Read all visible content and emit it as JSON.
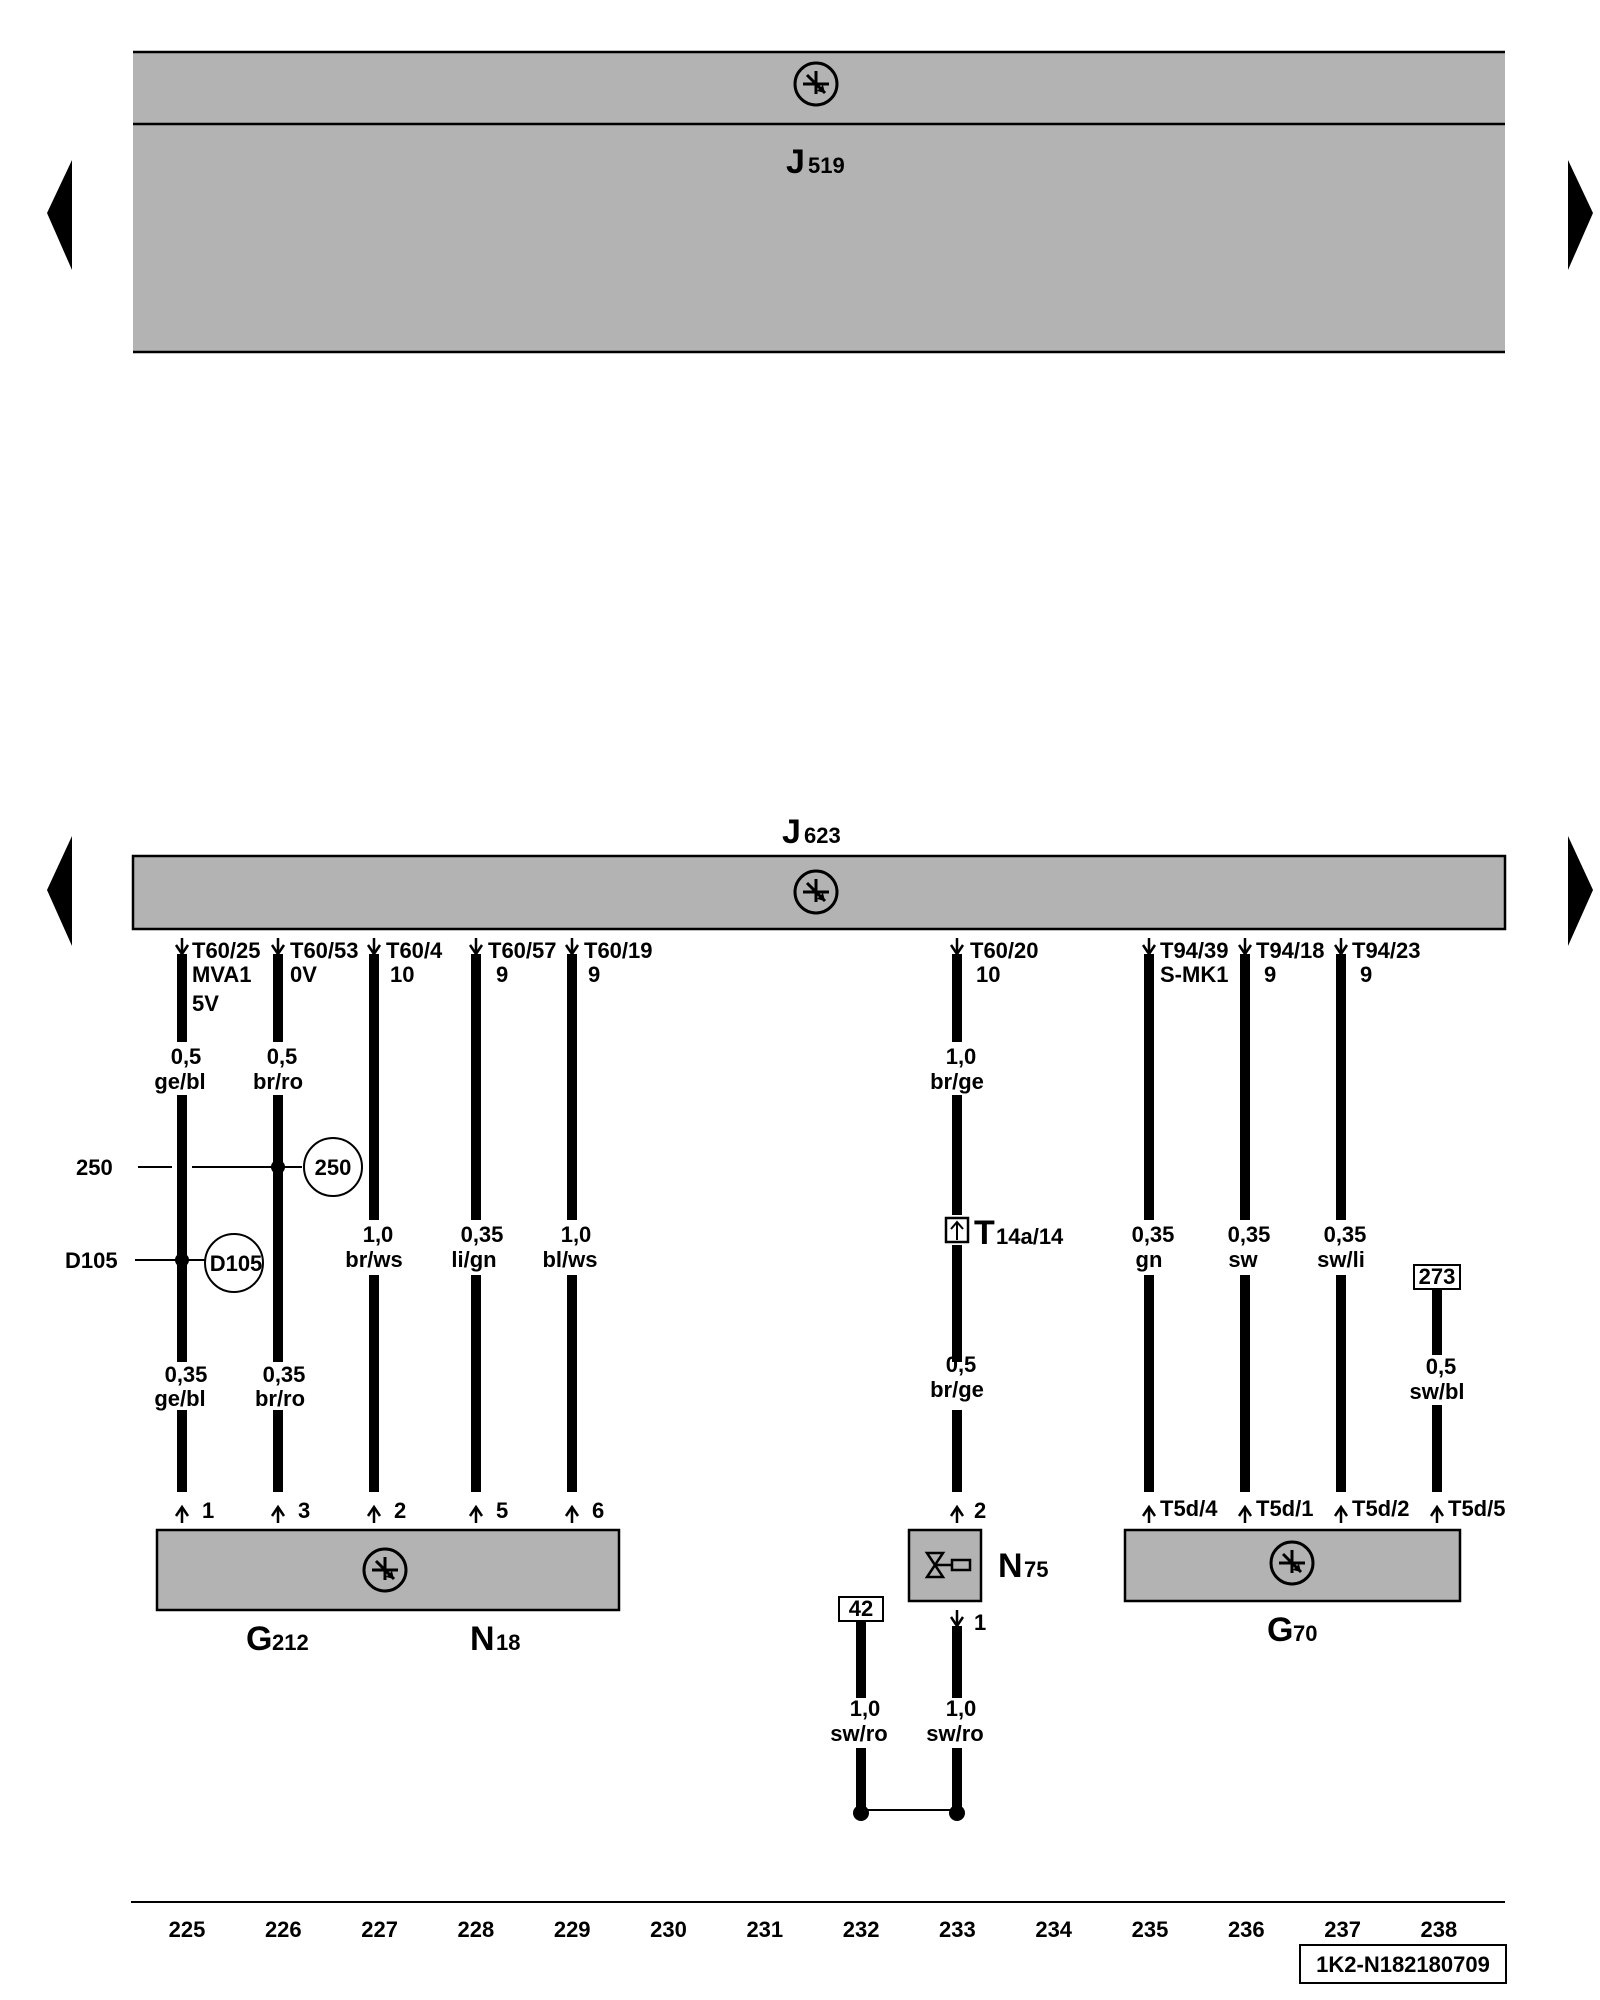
{
  "components": {
    "j519": {
      "letter": "J",
      "sub": "519"
    },
    "j623": {
      "letter": "J",
      "sub": "623"
    },
    "g212": {
      "letter": "G",
      "sub": "212"
    },
    "n18": {
      "letter": "N",
      "sub": "18"
    },
    "n75": {
      "letter": "N",
      "sub": "75"
    },
    "g70": {
      "letter": "G",
      "sub": "70"
    }
  },
  "connector": {
    "t14a": {
      "letter": "T",
      "sub": "14a/14"
    }
  },
  "wires": [
    {
      "id": "w225",
      "pin_top": [
        "T60/25",
        "MVA1",
        "5V"
      ],
      "upper": [
        "0,5",
        "ge/bl"
      ],
      "lower": [
        "0,35",
        "ge/bl"
      ],
      "pin_bottom": "1"
    },
    {
      "id": "w226",
      "pin_top": [
        "T60/53",
        "0V"
      ],
      "upper": [
        "0,5",
        "br/ro"
      ],
      "lower": [
        "0,35",
        "br/ro"
      ],
      "pin_bottom": "3"
    },
    {
      "id": "w227",
      "pin_top": [
        "T60/4",
        "10"
      ],
      "mid": [
        "1,0",
        "br/ws"
      ],
      "pin_bottom": "2"
    },
    {
      "id": "w228",
      "pin_top": [
        "T60/57",
        "9"
      ],
      "mid": [
        "0,35",
        "li/gn"
      ],
      "pin_bottom": "5"
    },
    {
      "id": "w229",
      "pin_top": [
        "T60/19",
        "9"
      ],
      "mid": [
        "1,0",
        "bl/ws"
      ],
      "pin_bottom": "6"
    },
    {
      "id": "w233",
      "pin_top": [
        "T60/20",
        "10"
      ],
      "upper": [
        "1,0",
        "br/ge"
      ],
      "lower": [
        "0,5",
        "br/ge"
      ],
      "pin_bottom": "2",
      "pin_below": "1",
      "ground": [
        "1,0",
        "sw/ro"
      ]
    },
    {
      "id": "w232",
      "ref": "42",
      "ground": [
        "1,0",
        "sw/ro"
      ]
    },
    {
      "id": "w235",
      "pin_top": [
        "T94/39",
        "S-MK1"
      ],
      "mid": [
        "0,35",
        "gn"
      ],
      "pin_bottom": "T5d/4"
    },
    {
      "id": "w236",
      "pin_top": [
        "T94/18",
        "9"
      ],
      "mid": [
        "0,35",
        "sw"
      ],
      "pin_bottom": "T5d/1"
    },
    {
      "id": "w237",
      "pin_top": [
        "T94/23",
        "9"
      ],
      "mid": [
        "0,35",
        "sw/li"
      ],
      "pin_bottom": "T5d/2"
    },
    {
      "id": "w238",
      "ref": "273",
      "mid": [
        "0,5",
        "sw/bl"
      ],
      "pin_bottom": "T5d/5"
    }
  ],
  "splices": {
    "s250": {
      "left": "250",
      "circle": "250"
    },
    "d105": {
      "left": "D105",
      "circle": "D105"
    }
  },
  "track_numbers": [
    "225",
    "226",
    "227",
    "228",
    "229",
    "230",
    "231",
    "232",
    "233",
    "234",
    "235",
    "236",
    "237",
    "238"
  ],
  "doc_id": "1K2-N182180709",
  "colors": {
    "box_fill": "#b3b3b3",
    "wire": "#000000",
    "background": "#ffffff"
  },
  "icons": {
    "control_unit": "electronics-symbol-icon",
    "nav_prev": "triangle-left-icon",
    "nav_next": "triangle-right-icon",
    "valve": "solenoid-valve-icon",
    "connector": "connector-icon"
  }
}
